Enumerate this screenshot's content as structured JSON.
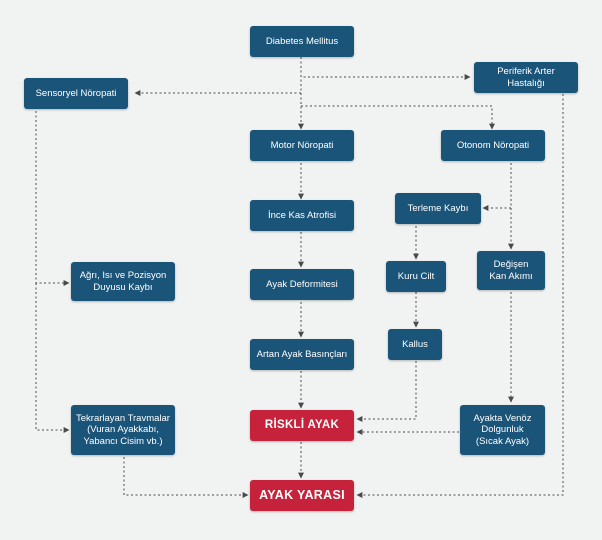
{
  "diagram": {
    "colors": {
      "node": "#1b5479",
      "alert": "#c6223b",
      "edge": "#4a4a4a",
      "background": "#f1f3f3"
    },
    "nodes": {
      "diabetes": "Diabetes Mellitus",
      "sensory": "Sensoryel Nöropati",
      "periferik": "Periferik Arter Hastalığı",
      "motor": "Motor Nöropati",
      "otonom": "Otonom Nöropati",
      "kas": "İnce Kas Atrofisi",
      "terleme": "Terleme Kaybı",
      "agri": "Ağrı, Isı ve Pozisyon\nDuyusu Kaybı",
      "deformite": "Ayak Deformitesi",
      "kuru": "Kuru Cilt",
      "kan": "Değişen\nKan Akımı",
      "basinc": "Artan Ayak Basınçları",
      "kallus": "Kallus",
      "travma": "Tekrarlayan Travmalar\n(Vuran Ayakkabı,\nYabancı Cisim vb.)",
      "riskli": "RİSKLİ AYAK",
      "venoz": "Ayakta Venöz\nDolgunluk\n(Sıcak Ayak)",
      "yara": "AYAK YARASI"
    }
  }
}
